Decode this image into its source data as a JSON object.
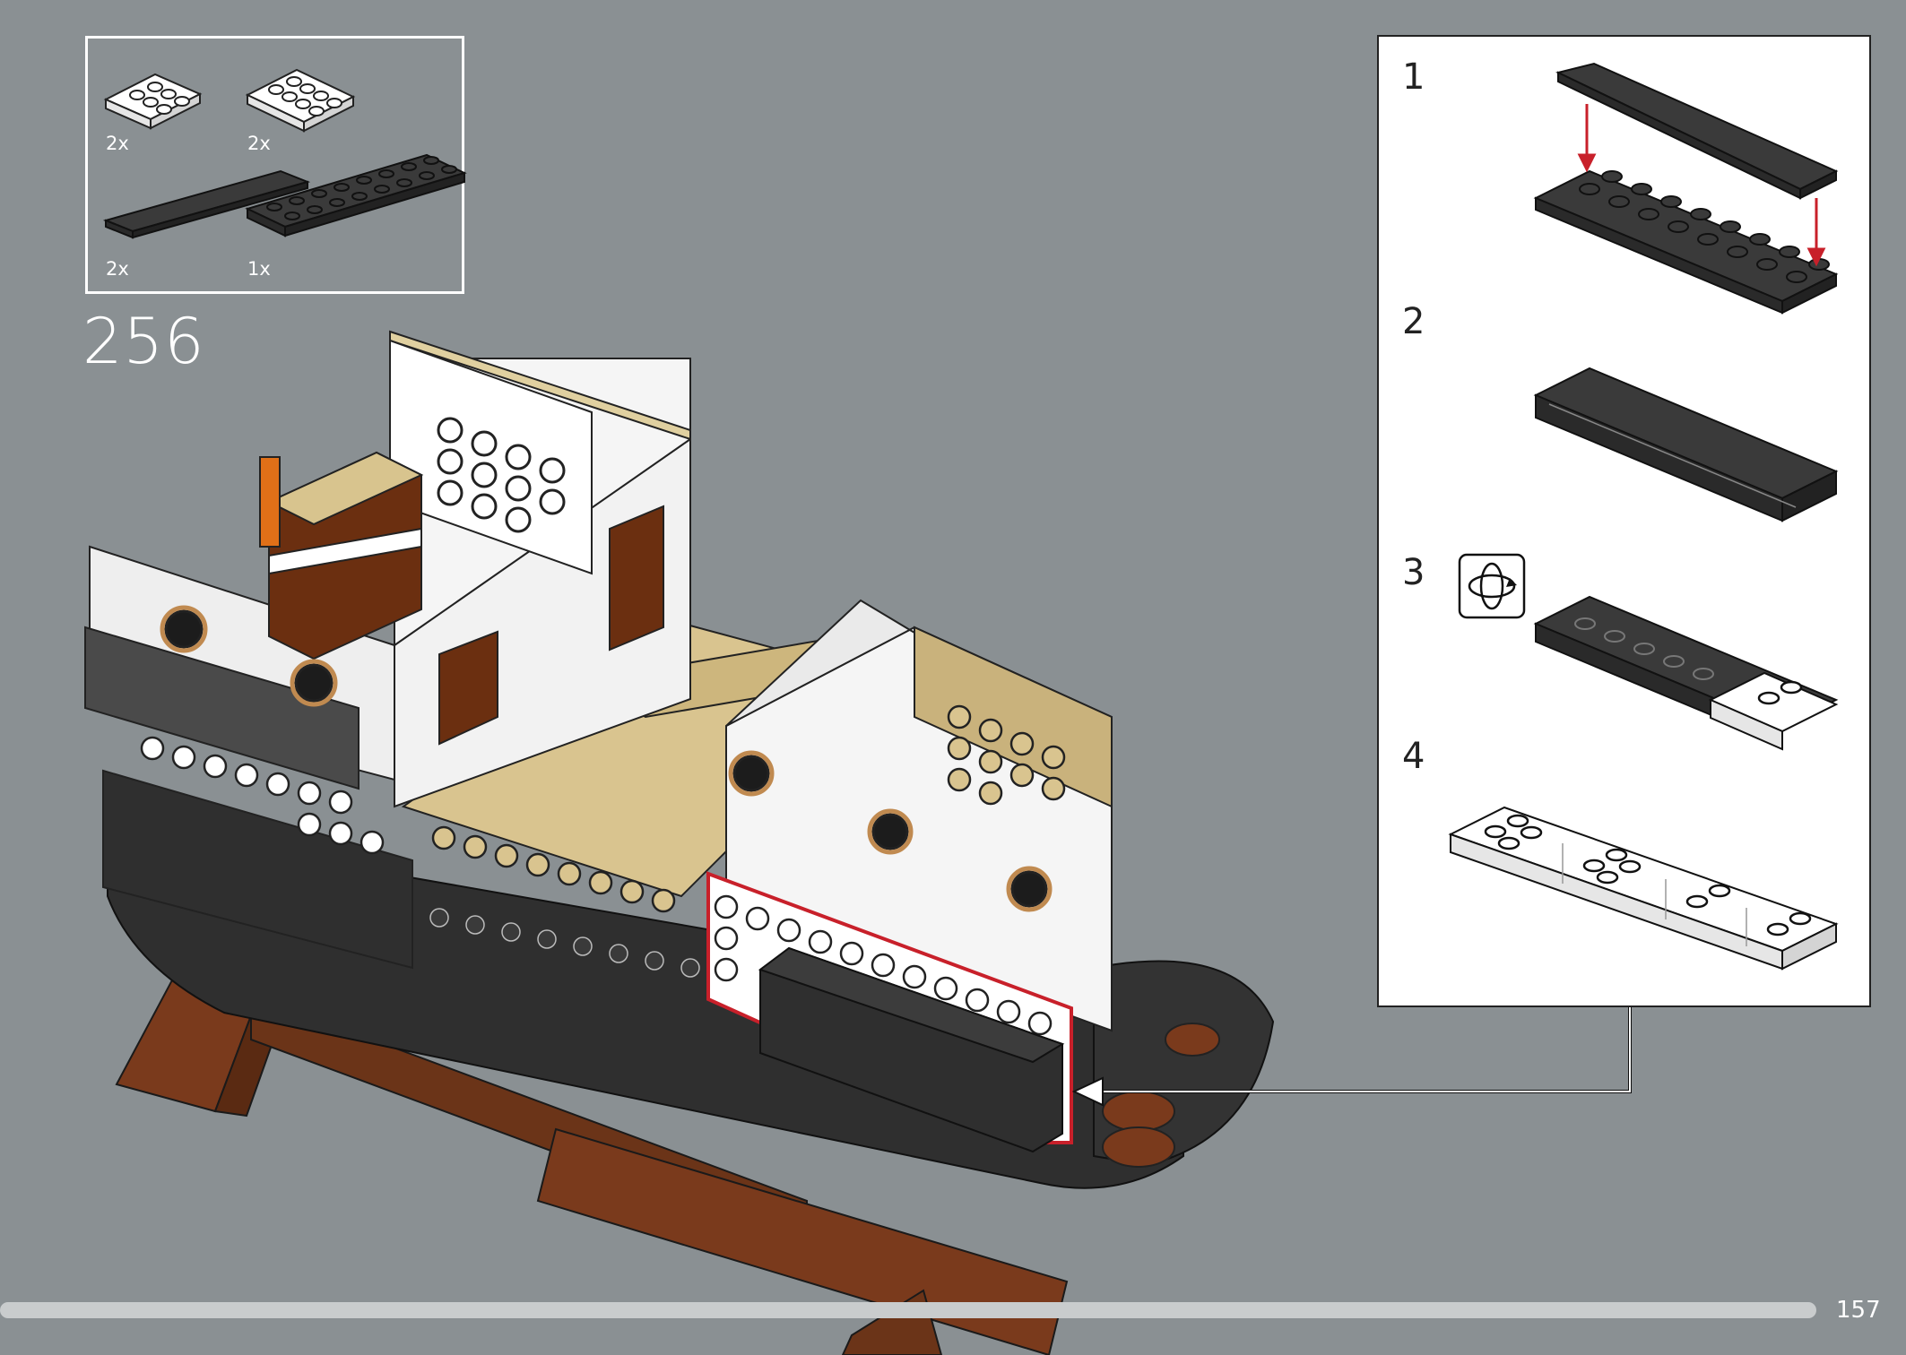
{
  "step": {
    "number": "256"
  },
  "parts": [
    {
      "name": "white plate 2x3",
      "qty": "2x"
    },
    {
      "name": "white plate 2x4",
      "qty": "2x"
    },
    {
      "name": "black tile 1x8",
      "qty": "2x"
    },
    {
      "name": "black plate 2x8",
      "qty": "1x"
    }
  ],
  "substeps": [
    {
      "label": "1"
    },
    {
      "label": "2"
    },
    {
      "label": "3",
      "icon": "rotate-model-icon"
    },
    {
      "label": "4"
    }
  ],
  "page": {
    "number": "157"
  },
  "colors": {
    "background": "#8a9093",
    "callout_highlight": "#c8202a",
    "arrow": "#c8202a"
  }
}
